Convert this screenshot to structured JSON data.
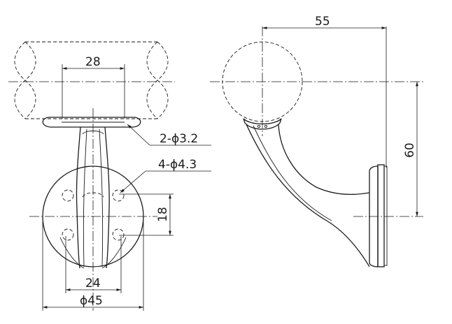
{
  "dimensions": {
    "pipe_width": "28",
    "small_holes": "2-ϕ3.2",
    "large_holes": "4-ϕ4.3",
    "hole_vertical_spacing": "18",
    "hole_horizontal_spacing": "24",
    "base_diameter": "ϕ45",
    "projection": "55",
    "height": "60"
  }
}
